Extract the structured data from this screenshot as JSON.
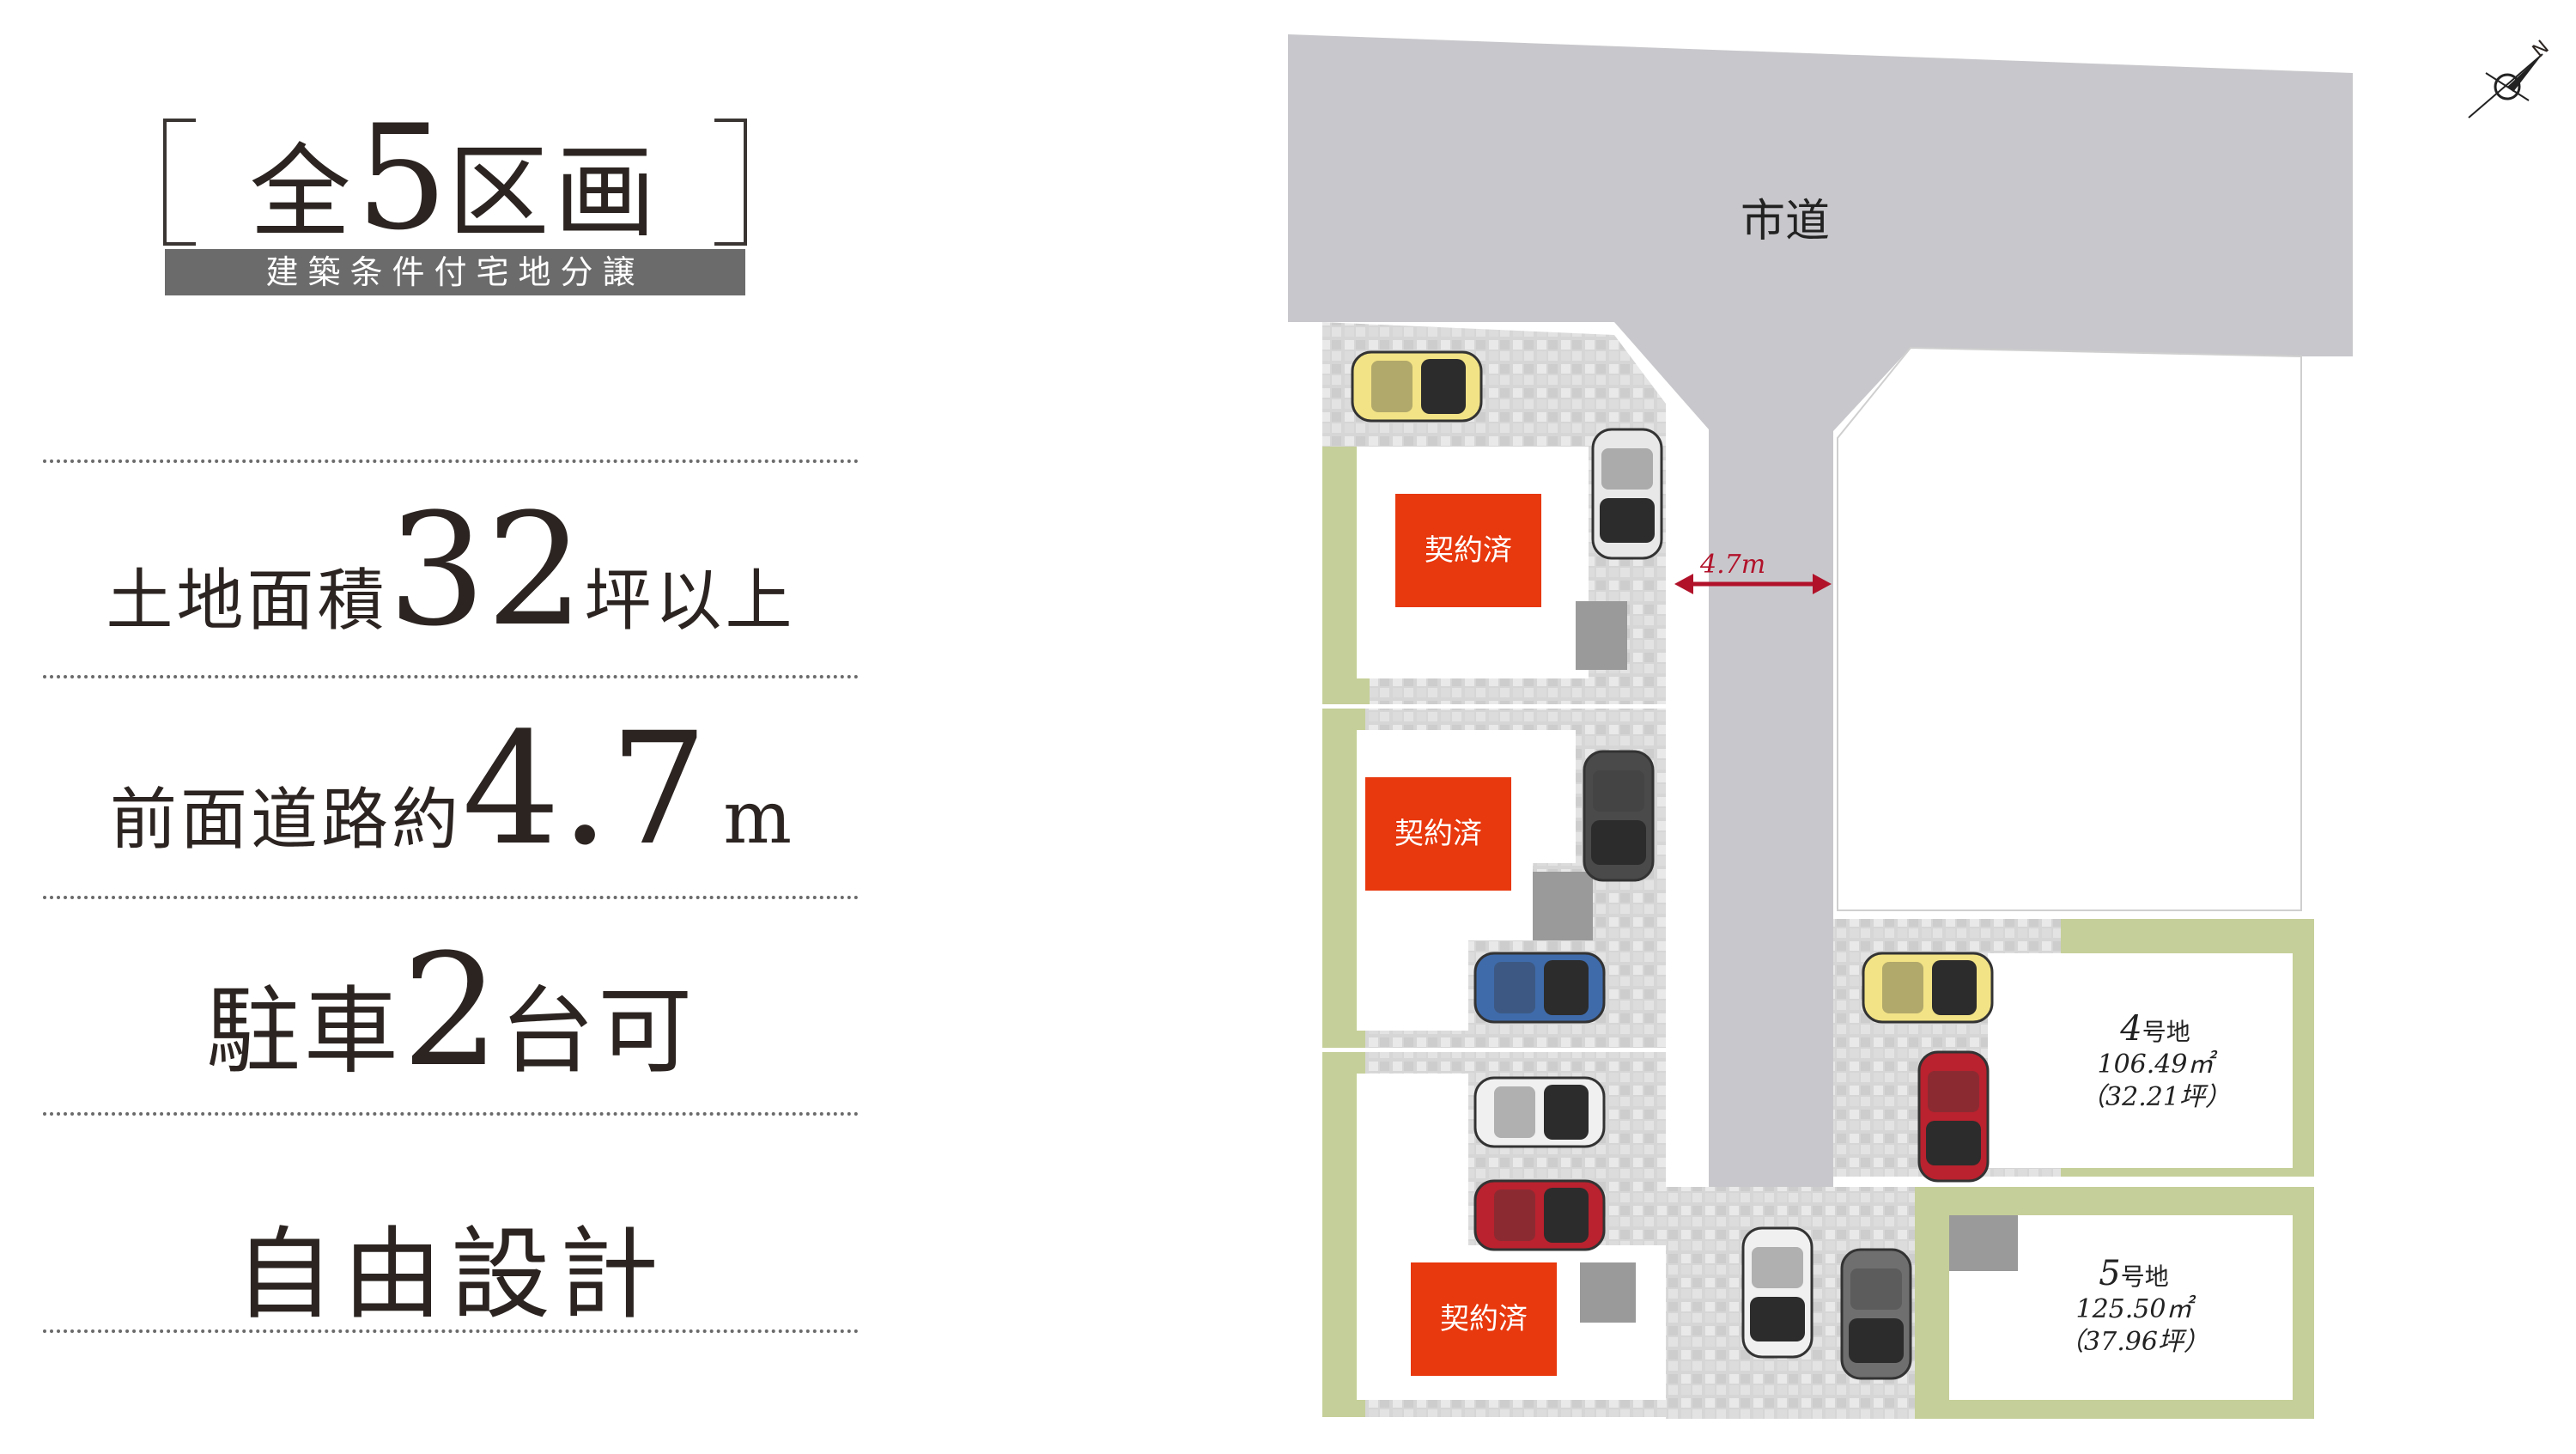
{
  "headline": {
    "prefix": "全",
    "number": "5",
    "suffix": "区画",
    "subtitle": "建築条件付宅地分譲"
  },
  "features": {
    "land_prefix": "土地面積",
    "land_number": "32",
    "land_suffix": "坪以上",
    "road_prefix": "前面道路約",
    "road_number": "4.7",
    "road_unit": "m",
    "parking_prefix": "駐車",
    "parking_number": "2",
    "parking_suffix": "台可",
    "design": "自由設計"
  },
  "map": {
    "road_label": "市道",
    "road_width": "4.7m",
    "sold_label": "契約済",
    "lots": [
      {
        "number": "4",
        "label": "号地",
        "area_sqm": "106.49㎡",
        "area_tsubo": "（32.21坪）"
      },
      {
        "number": "5",
        "label": "号地",
        "area_sqm": "125.50㎡",
        "area_tsubo": "（37.96坪）"
      }
    ],
    "compass_letter": "N"
  }
}
